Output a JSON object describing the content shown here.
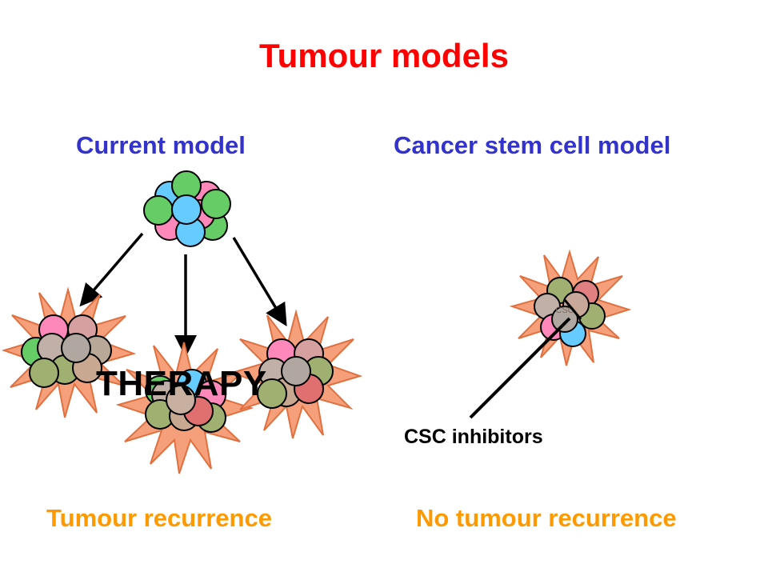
{
  "title": "Tumour models",
  "left": {
    "heading": "Current model",
    "therapy_label": "THERAPY",
    "outcome": "Tumour recurrence"
  },
  "right": {
    "heading": "Cancer stem cell model",
    "csc_label": "CSC",
    "inhibitor_label": "CSC inhibitors",
    "outcome": "No tumour recurrence"
  },
  "colors": {
    "title": "#ff0000",
    "heading": "#3333cc",
    "outcome": "#ff9900",
    "cell_green": "#66cc66",
    "cell_blue": "#66ccff",
    "cell_pink": "#ff88bb",
    "burst": "#f5a07a",
    "dead_cell": "#c8a898"
  },
  "icons": [
    "arrow-icon",
    "tumour-cluster-icon",
    "starburst-icon",
    "inhibitor-line-icon"
  ]
}
